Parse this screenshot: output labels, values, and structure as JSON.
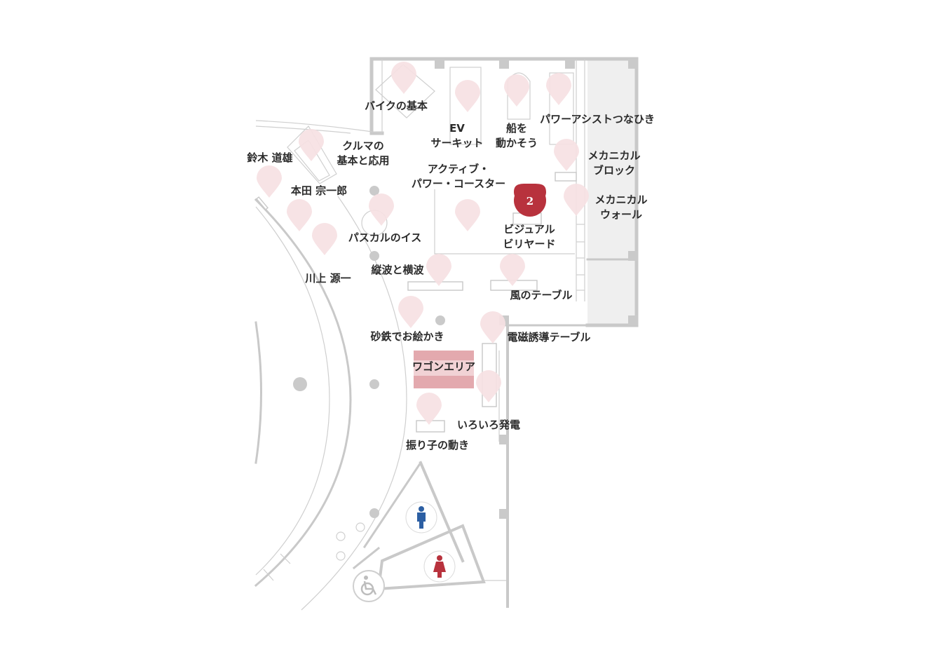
{
  "exhibits": [
    {
      "id": "bike-basics",
      "lines": [
        "バイクの基本"
      ]
    },
    {
      "id": "ev-circuit",
      "lines": [
        "EV",
        "サーキット"
      ]
    },
    {
      "id": "move-ship",
      "lines": [
        "船を",
        "動かそう"
      ]
    },
    {
      "id": "power-assist-tug",
      "lines": [
        "パワーアシストつなひき"
      ]
    },
    {
      "id": "car-basics",
      "lines": [
        "クルマの",
        "基本と応用"
      ]
    },
    {
      "id": "suzuki-michio",
      "lines": [
        "鈴木 道雄"
      ]
    },
    {
      "id": "honda-soichiro",
      "lines": [
        "本田 宗一郎"
      ]
    },
    {
      "id": "active-coaster",
      "lines": [
        "アクティブ・",
        "パワー・コースター"
      ]
    },
    {
      "id": "mech-block",
      "lines": [
        "メカニカル",
        "ブロック"
      ]
    },
    {
      "id": "mech-wall",
      "lines": [
        "メカニカル",
        "ウォール"
      ]
    },
    {
      "id": "visual-billiards",
      "lines": [
        "ビジュアル",
        "ビリヤード"
      ]
    },
    {
      "id": "pascal-chair",
      "lines": [
        "パスカルのイス"
      ]
    },
    {
      "id": "kawakami-genichi",
      "lines": [
        "川上 源一"
      ]
    },
    {
      "id": "waves",
      "lines": [
        "縦波と横波"
      ]
    },
    {
      "id": "wind-table",
      "lines": [
        "風のテーブル"
      ]
    },
    {
      "id": "iron-sand",
      "lines": [
        "砂鉄でお絵かき"
      ]
    },
    {
      "id": "induction-table",
      "lines": [
        "電磁誘導テーブル"
      ]
    },
    {
      "id": "wagon-area",
      "lines": [
        "ワゴンエリア"
      ]
    },
    {
      "id": "power-gen",
      "lines": [
        "いろいろ発電"
      ]
    },
    {
      "id": "pendulum",
      "lines": [
        "振り子の動き"
      ]
    }
  ],
  "highlight": {
    "number": "2",
    "color": "#b8323d"
  },
  "colors": {
    "pin": "#f6e1e3",
    "wagon": "#e3a9ae",
    "men": "#2c5fa3",
    "women": "#b8323d",
    "wall": "#c9c9c9"
  },
  "icons": [
    "men-restroom-icon",
    "women-restroom-icon",
    "wheelchair-icon"
  ]
}
